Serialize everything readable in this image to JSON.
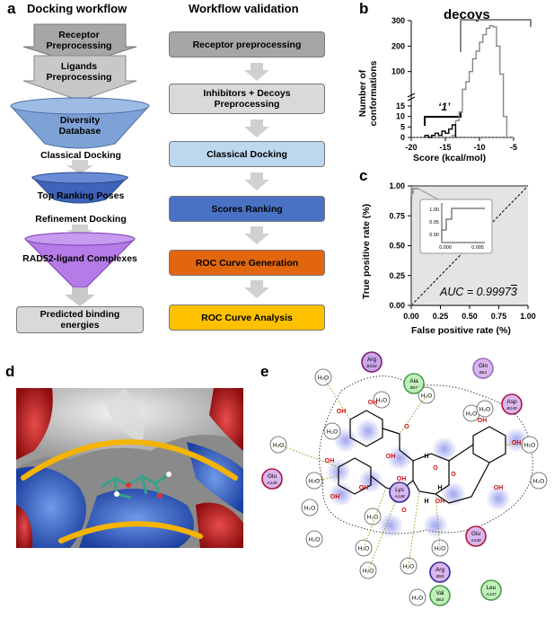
{
  "panel_a": {
    "letter": "a",
    "title": "Docking workflow",
    "steps": {
      "receptor": "Receptor Preprocessing",
      "ligands": "Ligands Preprocessing",
      "diversity": "Diversity Database",
      "classical": "Classical Docking",
      "top_ranking": "Top Ranking Poses",
      "refinement": "Refinement Docking",
      "complexes": "RAD52-ligand Complexes",
      "predicted": "Predicted binding energies"
    }
  },
  "panel_validation": {
    "title": "Workflow validation",
    "steps": [
      {
        "label": "Receptor preprocessing",
        "color": "#a6a6a6"
      },
      {
        "label": "Inhibitors + Decoys Preprocessing",
        "color": "#d9d9d9"
      },
      {
        "label": "Classical Docking",
        "color": "#bdd7ee"
      },
      {
        "label": "Scores Ranking",
        "color": "#4a72c4"
      },
      {
        "label": "ROC Curve Generation",
        "color": "#e2660e"
      },
      {
        "label": "ROC Curve Analysis",
        "color": "#ffc000"
      }
    ]
  },
  "panel_b": {
    "letter": "b",
    "decoys_label": "decoys",
    "inhibitor_label": "‘1’",
    "chart_data": {
      "type": "histogram",
      "xlabel": "Score (kcal/mol)",
      "ylabel": "Number of conformations",
      "xlim": [
        -20,
        -5
      ],
      "x_ticks": [
        "-20",
        "-15",
        "-10",
        "-5"
      ],
      "y_ticks_upper": [
        "100",
        "200",
        "300"
      ],
      "y_ticks_lower": [
        "0",
        "5",
        "10",
        "15"
      ],
      "series": [
        {
          "name": "decoys",
          "x": [
            -14.0,
            -13.5,
            -13.0,
            -12.5,
            -12.0,
            -11.5,
            -11.0,
            -10.5,
            -10.0,
            -9.5,
            -9.0,
            -8.5,
            -8.0,
            -7.5,
            -7.0,
            -6.5
          ],
          "values": [
            1,
            8,
            12,
            30,
            60,
            100,
            150,
            180,
            215,
            245,
            270,
            280,
            275,
            200,
            90,
            10
          ]
        },
        {
          "name": "‘1’",
          "x": [
            -18.0,
            -17.5,
            -17.0,
            -16.5,
            -16.0,
            -15.5,
            -15.0,
            -14.5,
            -14.0
          ],
          "values": [
            1,
            0,
            1,
            2,
            1,
            3,
            2,
            4,
            6
          ]
        }
      ]
    }
  },
  "panel_c": {
    "letter": "c",
    "auc_label": "AUC = 0.9997",
    "auc_over": "3",
    "chart_data": {
      "type": "line",
      "xlabel": "False positive rate (%)",
      "ylabel": "True positive rate (%)",
      "xlim": [
        0,
        1
      ],
      "ylim": [
        0,
        1
      ],
      "x_ticks": [
        "0.00",
        "0.25",
        "0.50",
        "0.75",
        "1.00"
      ],
      "y_ticks": [
        "0.00",
        "0.25",
        "0.50",
        "0.75",
        "1.00"
      ],
      "series": [
        {
          "name": "ROC",
          "x": [
            0,
            0,
            0.002,
            0.002,
            0.004,
            0.004,
            1
          ],
          "y": [
            0,
            0.9,
            0.9,
            0.95,
            0.95,
            1.0,
            1.0
          ]
        }
      ],
      "inset": {
        "x_ticks": [
          "0.000",
          "0.005"
        ],
        "y_ticks": [
          "1.00",
          "0.95",
          "0.90"
        ]
      }
    }
  },
  "panel_d": {
    "letter": "d"
  },
  "panel_e": {
    "letter": "e",
    "residues": [
      {
        "name": "Arg",
        "sub": "B153"
      },
      {
        "name": "Gln",
        "sub": "B61"
      },
      {
        "name": "Ala",
        "sub": "B57"
      },
      {
        "name": "Asp",
        "sub": "B149"
      },
      {
        "name": "Glu",
        "sub": "A145"
      },
      {
        "name": "Lys",
        "sub": "A148"
      },
      {
        "name": "Glu",
        "sub": "A140"
      },
      {
        "name": "Arg",
        "sub": "B55"
      },
      {
        "name": "Leu",
        "sub": "A137"
      },
      {
        "name": "Val",
        "sub": "B63"
      }
    ],
    "water": "H₂O",
    "oh": "OH",
    "o": "O",
    "h": "H"
  }
}
